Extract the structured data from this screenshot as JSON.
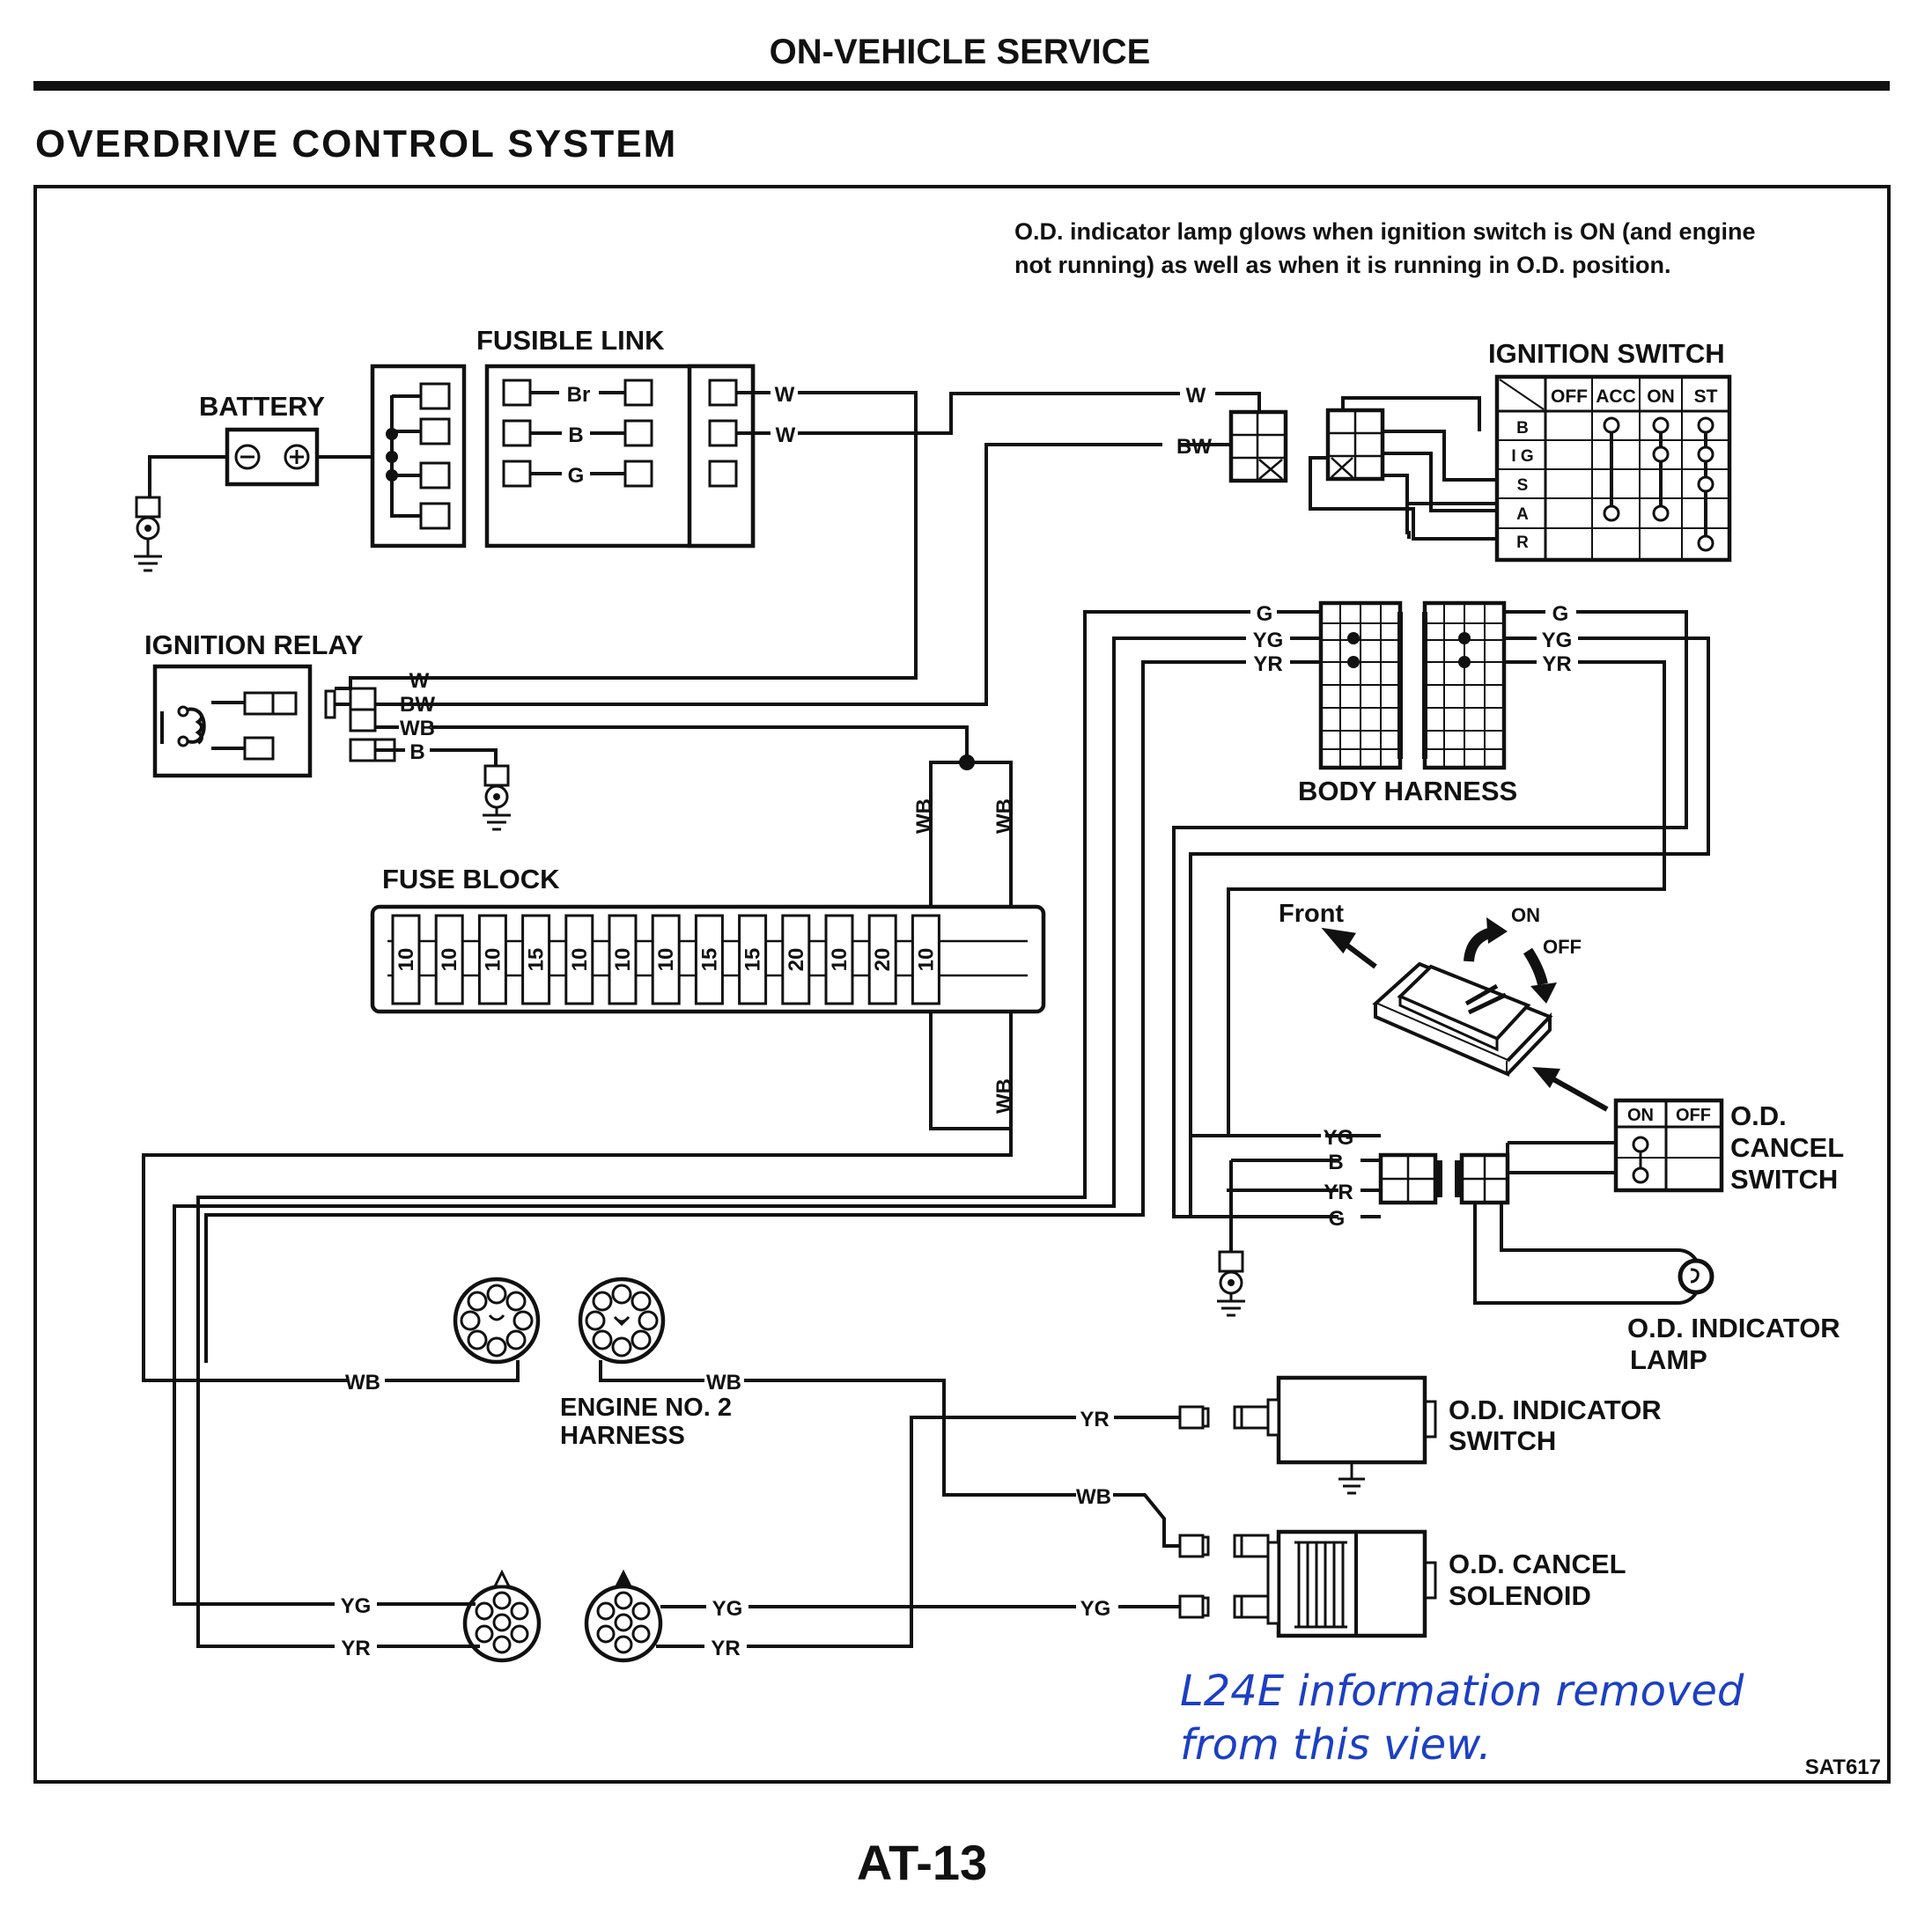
{
  "header": {
    "title": "ON-VEHICLE SERVICE",
    "section": "OVERDRIVE CONTROL SYSTEM"
  },
  "note": {
    "line1": "O.D. indicator lamp glows when ignition switch is ON (and engine",
    "line2": "not running) as well as when it is running in O.D. position."
  },
  "components": {
    "battery": "BATTERY",
    "fusible_link": "FUSIBLE LINK",
    "ignition_switch": "IGNITION SWITCH",
    "ignition_relay": "IGNITION RELAY",
    "fuse_block": "FUSE BLOCK",
    "body_harness": "BODY HARNESS",
    "front": "Front",
    "on": "ON",
    "off": "OFF",
    "od_cancel_switch": [
      "O.D.",
      "CANCEL",
      "SWITCH"
    ],
    "od_indicator_lamp": [
      "O.D. INDICATOR",
      "LAMP"
    ],
    "engine_harness": [
      "ENGINE NO. 2",
      "HARNESS"
    ],
    "od_indicator_switch": [
      "O.D. INDICATOR",
      "SWITCH"
    ],
    "od_cancel_solenoid": [
      "O.D. CANCEL",
      "SOLENOID"
    ]
  },
  "ignition_switch_table": {
    "columns": [
      "OFF",
      "ACC",
      "ON",
      "ST"
    ],
    "rows": [
      "B",
      "I G",
      "S",
      "A",
      "R"
    ]
  },
  "cancel_switch_table": {
    "columns": [
      "ON",
      "OFF"
    ]
  },
  "fuse_ratings": [
    "10",
    "10",
    "10",
    "15",
    "10",
    "10",
    "10",
    "15",
    "15",
    "20",
    "10",
    "20",
    "10"
  ],
  "wires": {
    "W": "W",
    "BW": "BW",
    "WB": "WB",
    "B": "B",
    "Br": "Br",
    "G": "G",
    "YG": "YG",
    "YR": "YR"
  },
  "removed_note": [
    "L24E information removed",
    "from this view."
  ],
  "figure_code": "SAT617",
  "page_number": "AT-13"
}
